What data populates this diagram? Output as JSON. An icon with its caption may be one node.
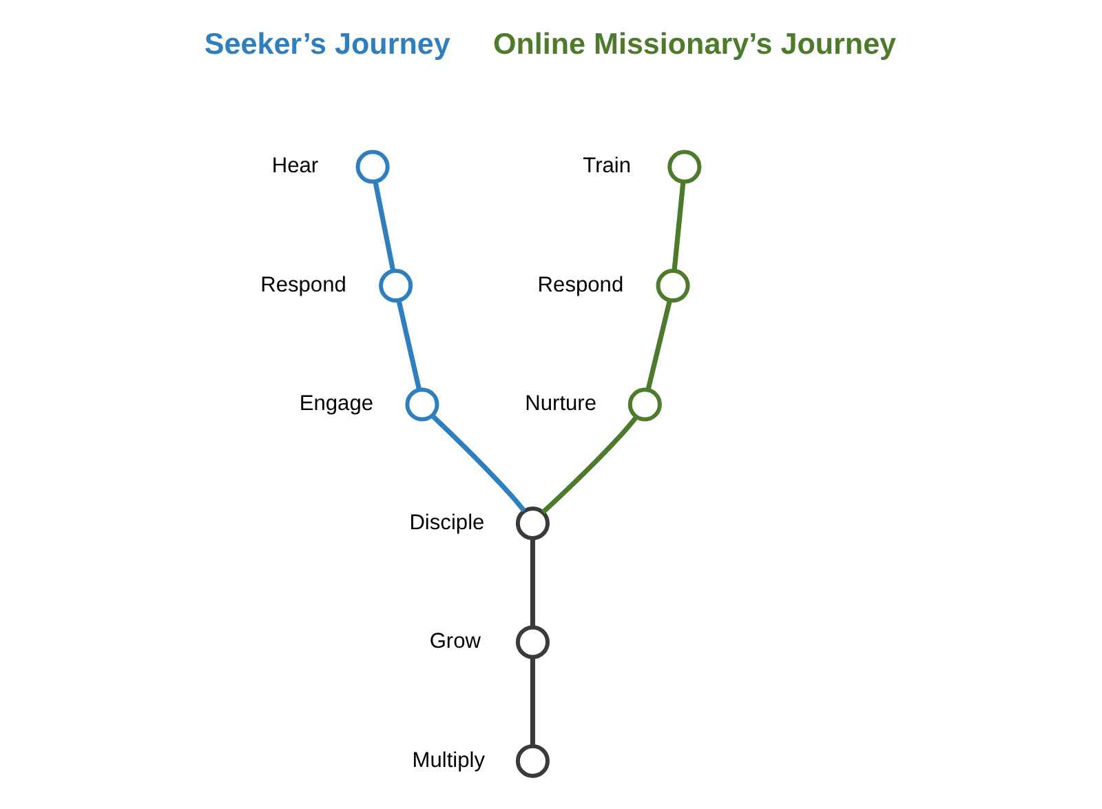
{
  "diagram": {
    "nodes": [
      {
        "text": [],
        "shape": "circle",
        "beside": [
          "Hear"
        ]
      },
      {
        "text": [],
        "shape": "circle",
        "beside": [
          "Respond"
        ]
      },
      {
        "text": [],
        "shape": "circle",
        "beside": [
          "Engage"
        ]
      },
      {
        "text": [],
        "shape": "circle",
        "beside": [
          "Train"
        ]
      },
      {
        "text": [],
        "shape": "circle",
        "beside": [
          "Respond"
        ]
      },
      {
        "text": [],
        "shape": "circle",
        "beside": [
          "Nurture"
        ]
      },
      {
        "text": [],
        "shape": "circle",
        "beside": [
          "Disciple"
        ]
      },
      {
        "text": [],
        "shape": "circle",
        "beside": [
          "Grow"
        ]
      },
      {
        "text": [],
        "shape": "circle",
        "beside": [
          "Multiply"
        ]
      }
    ],
    "edges": [
      {
        "from": 0,
        "to": 1,
        "arrow": "none",
        "color": "#2f7fbf"
      },
      {
        "from": 1,
        "to": 2,
        "arrow": "none",
        "color": "#2f7fbf"
      },
      {
        "from": 2,
        "to": 6,
        "arrow": "none",
        "color": "#2f7fbf"
      },
      {
        "from": 3,
        "to": 4,
        "arrow": "none",
        "color": "#4e7a2c"
      },
      {
        "from": 4,
        "to": 5,
        "arrow": "none",
        "color": "#4e7a2c"
      },
      {
        "from": 5,
        "to": 6,
        "arrow": "none",
        "color": "#4e7a2c"
      },
      {
        "from": 6,
        "to": 7,
        "arrow": "none",
        "color": "#3a3a3a"
      },
      {
        "from": 7,
        "to": 8,
        "arrow": "none",
        "color": "#3a3a3a"
      }
    ],
    "labels": [
      "Online Missionary’s Journey",
      "Seeker’s Journey"
    ]
  }
}
